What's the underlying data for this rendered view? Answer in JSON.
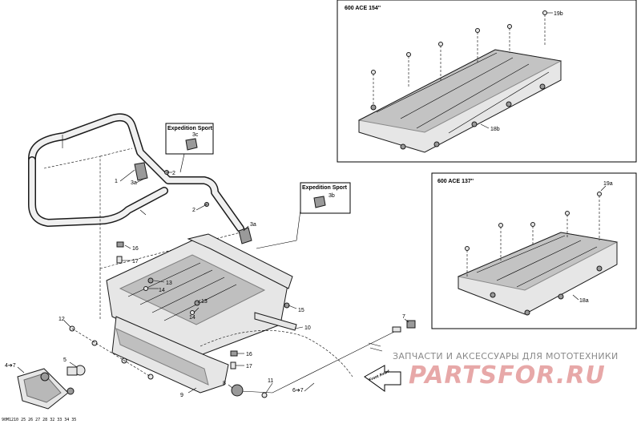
{
  "insets": {
    "top": {
      "title": "600 ACE 154''",
      "labels": {
        "bolt": "19b",
        "panel": "18b"
      }
    },
    "bottom": {
      "title": "600 ACE 137''",
      "labels": {
        "bolt": "19a",
        "panel": "18a"
      }
    }
  },
  "callouts": {
    "c": {
      "title": "Expedition Sport",
      "label": "3c"
    },
    "b": {
      "title": "Expedition Sport",
      "label": "3b"
    }
  },
  "labels": {
    "l1": "1",
    "l2a": "2",
    "l3a_left": "3a",
    "l2b": "2",
    "l3a_right": "3a",
    "l16a": "16",
    "l17a": "17",
    "l13a": "13",
    "l14a": "14",
    "l13b": "13",
    "l14b": "14",
    "l15": "15",
    "l10": "10",
    "l12": "12",
    "l4": "4➔7",
    "l5": "5",
    "l16b": "16",
    "l17b": "17",
    "l8": "8",
    "l9": "9",
    "l11": "11",
    "l6": "6➔7",
    "l7": "7"
  },
  "arrow_label": "Front Avant",
  "watermark": {
    "subtitle": "ЗАПЧАСТИ И АКСЕССУАРЫ ДЛЯ МОТОТЕХНИКИ",
    "brand": "PARTSFOR.RU"
  },
  "footer_code": "90M1210 25 26 27 28 32 33 34 35",
  "icons": [
    "bolt-icon",
    "clip-icon",
    "nut-icon",
    "rivet-icon",
    "front-arrow-icon"
  ]
}
